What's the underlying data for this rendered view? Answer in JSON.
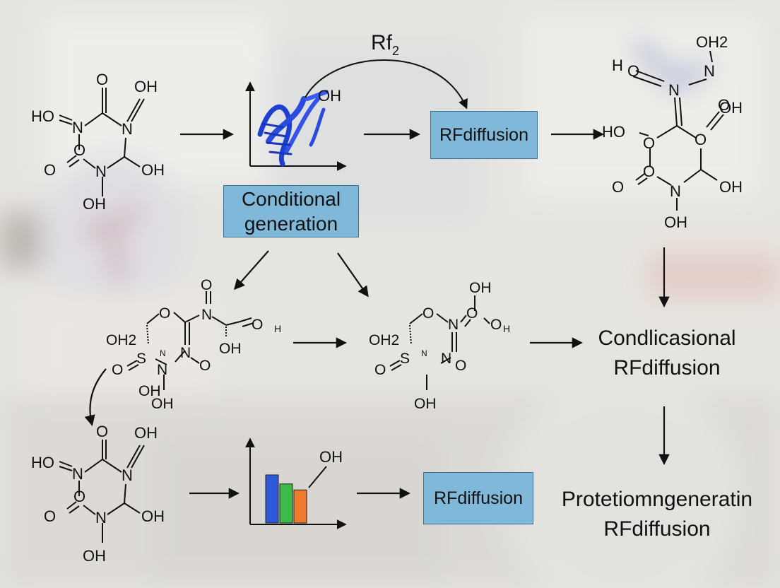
{
  "labels": {
    "rf2": "Rf",
    "rf2_sub": "2",
    "rfdiffusion_top": "RFdiffusion",
    "conditional_generation_line1": "Conditional",
    "conditional_generation_line2": "generation",
    "condlicasional_line1": "Condlicasional",
    "condlicasional_line2": "RFdiffusion",
    "rfdiffusion_bottom": "RFdiffusion",
    "protein_generation_line1": "Protetiomngeneratin",
    "protein_generation_line2": "RFdiffusion"
  },
  "molecules": {
    "ring_top_left": {
      "atoms": [
        "HO",
        "N",
        "O",
        "O",
        "N",
        "OH",
        "O",
        "N",
        "OH",
        "OH"
      ]
    },
    "ring_bottom_left": {
      "atoms": [
        "HO",
        "N",
        "O",
        "O",
        "N",
        "OH",
        "O",
        "N",
        "OH",
        "OH"
      ]
    },
    "chain_middle_left": {
      "atoms": [
        "O",
        "N",
        "O",
        "O",
        "OH",
        "OH",
        "OH2",
        "S",
        "N",
        "N",
        "N",
        "O",
        "O",
        "OH",
        "H"
      ]
    },
    "chain_middle_center": {
      "atoms": [
        "OH",
        "N",
        "O",
        "O",
        "OH2",
        "S",
        "N",
        "N",
        "O",
        "O",
        "OH",
        "O",
        "H"
      ]
    },
    "ring_top_right": {
      "atoms": [
        "OH2",
        "N",
        "H",
        "O",
        "N",
        "O",
        "OH",
        "HO",
        "O",
        "O",
        "O",
        "N",
        "OH",
        "OH"
      ]
    }
  },
  "plots": {
    "top_oh": "OH",
    "bottom_oh": "OH",
    "bar_chart_values": [
      0.8,
      0.65,
      0.55
    ],
    "bar_colors": [
      "#2e58d6",
      "#3dbb4a",
      "#f07a2e"
    ]
  },
  "colors": {
    "box_fill": "#7fb8d8",
    "box_border": "#3a6f8f",
    "protein_blue": "#1f3fd0"
  }
}
